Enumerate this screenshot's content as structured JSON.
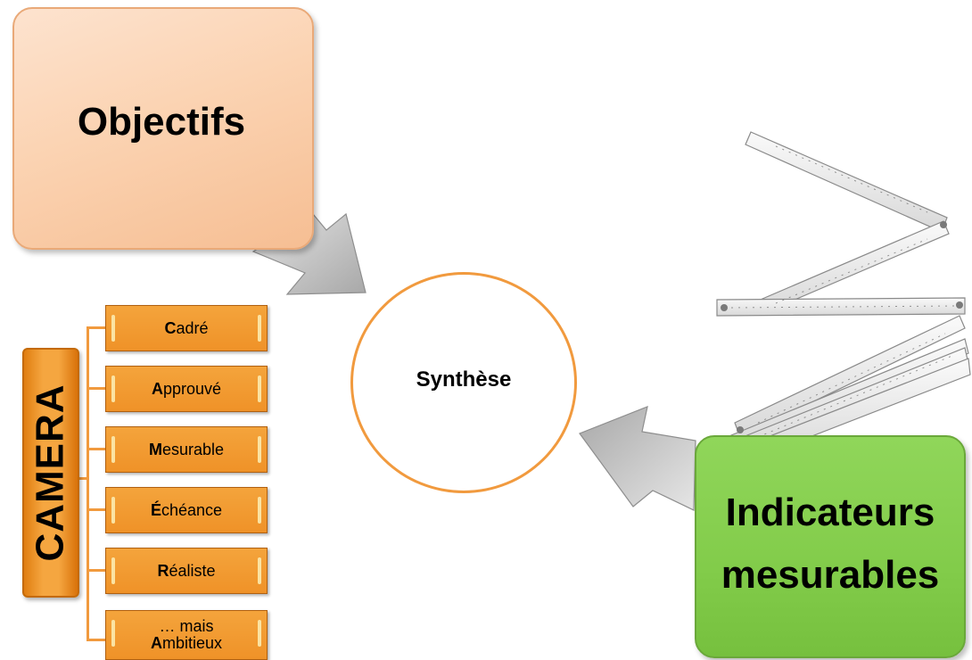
{
  "objectifs": {
    "label": "Objectifs"
  },
  "synthese": {
    "label": "Synthèse"
  },
  "indicateurs": {
    "line1": "Indicateurs",
    "line2": "mesurables"
  },
  "camera": {
    "label": "CAMERA",
    "items": [
      {
        "initial": "C",
        "rest": "adré"
      },
      {
        "initial": "A",
        "rest": "pprouvé"
      },
      {
        "initial": "M",
        "rest": "esurable"
      },
      {
        "initial": "É",
        "rest": "chéance"
      },
      {
        "initial": "R",
        "rest": "éaliste"
      },
      {
        "prefix": "… mais",
        "initial": "A",
        "rest": "mbitieux"
      }
    ]
  },
  "colors": {
    "orange": "#f19a3e",
    "peach": "#fbd3b2",
    "green": "#82cc4a",
    "arrow": "#c9c9c9"
  },
  "icons": [
    "arrow-right-down-icon",
    "arrow-left-up-icon",
    "folding-ruler-image"
  ]
}
